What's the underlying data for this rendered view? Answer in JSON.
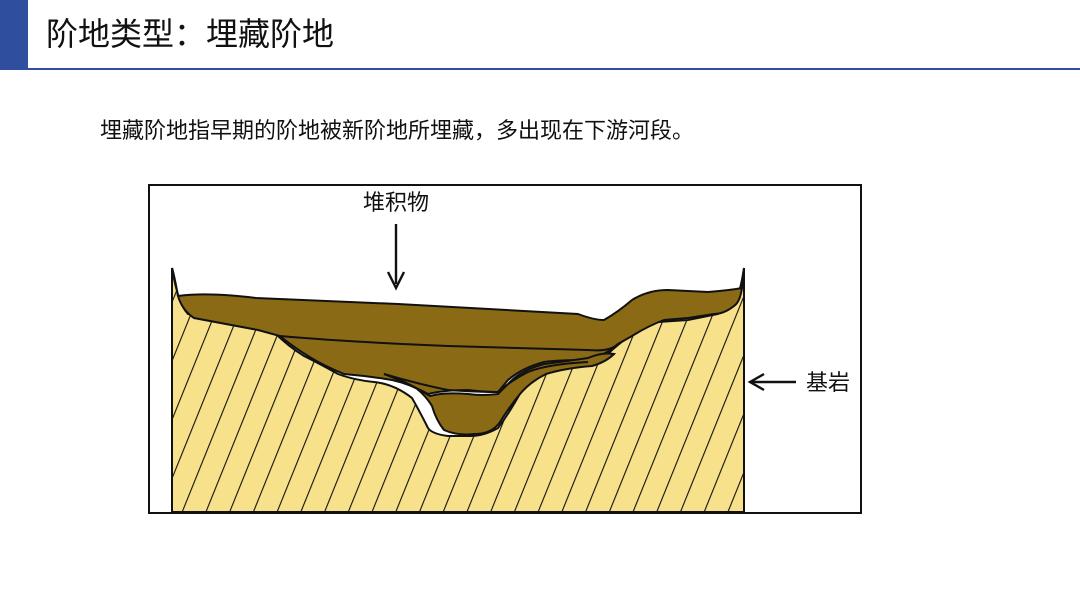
{
  "slide": {
    "title": "阶地类型：埋藏阶地",
    "description": "埋藏阶地指早期的阶地被新阶地所埋藏，多出现在下游河段。"
  },
  "diagram": {
    "labels": {
      "deposit": "堆积物",
      "bedrock": "基岩"
    },
    "colors": {
      "title_accent": "#2f4f9e",
      "bedrock_fill": "#f7e18a",
      "bedrock_hatch": "#111111",
      "deposit_fill": "#8a6a14",
      "outline": "#111111"
    }
  }
}
